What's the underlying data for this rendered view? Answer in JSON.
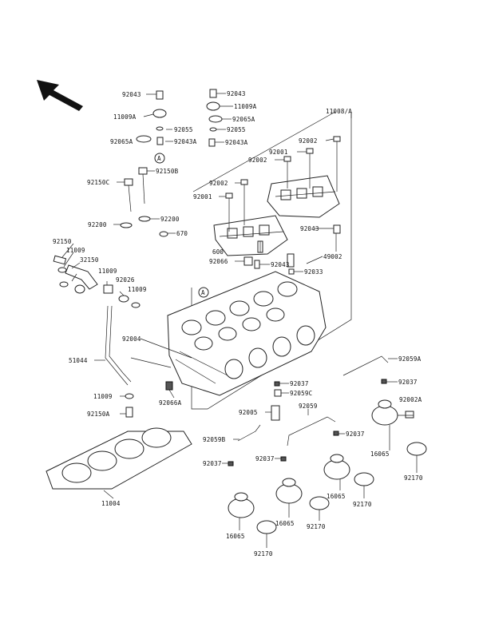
{
  "labels": {
    "l92043a": "92043",
    "l11009a_left": "11009A",
    "l92055_left": "92055",
    "l92065a_left": "92065A",
    "l92043a_left": "92043A",
    "circle_a_top": "A",
    "l92043b": "92043",
    "l11009a_right": "11009A",
    "l92065a_right": "92065A",
    "l92055_right": "92055",
    "l92043a_right": "92043A",
    "l11008a": "11008/A",
    "l92002_top": "92002",
    "l92001_top": "92001",
    "l92002_mid": "92002",
    "l92002_left": "92002",
    "l92001_left": "92001",
    "l92150c": "92150C",
    "l92150b": "92150B",
    "l92200_left": "92200",
    "l92200_right": "92200",
    "l670": "670",
    "l92043_right": "92043",
    "l49002": "49002",
    "l600": "600",
    "l92066": "92066",
    "l92043_mid": "92043",
    "l92033": "92033",
    "l92150": "92150",
    "l11009_a": "11009",
    "l32150": "32150",
    "l11009_b": "11009",
    "l92026": "92026",
    "l11009_c": "11009",
    "circle_a_mid": "A",
    "l92004": "92004",
    "l51044": "51044",
    "l92066a": "92066A",
    "l11009_d": "11009",
    "l92150a": "92150A",
    "l92037_a": "92037",
    "l92059c": "92059C",
    "l92059a": "92059A",
    "l92037_b": "92037",
    "l92002a": "92002A",
    "l92005": "92005",
    "l92059": "92059",
    "l92059b": "92059B",
    "l92037_c": "92037",
    "l92037_d": "92037",
    "l92037_e": "92037",
    "l16065_a": "16065",
    "l16065_b": "16065",
    "l16065_c": "16065",
    "l16065_d": "16065",
    "l92170_a": "92170",
    "l92170_b": "92170",
    "l92170_c": "92170",
    "l92170_d": "92170",
    "l11004": "11004"
  }
}
